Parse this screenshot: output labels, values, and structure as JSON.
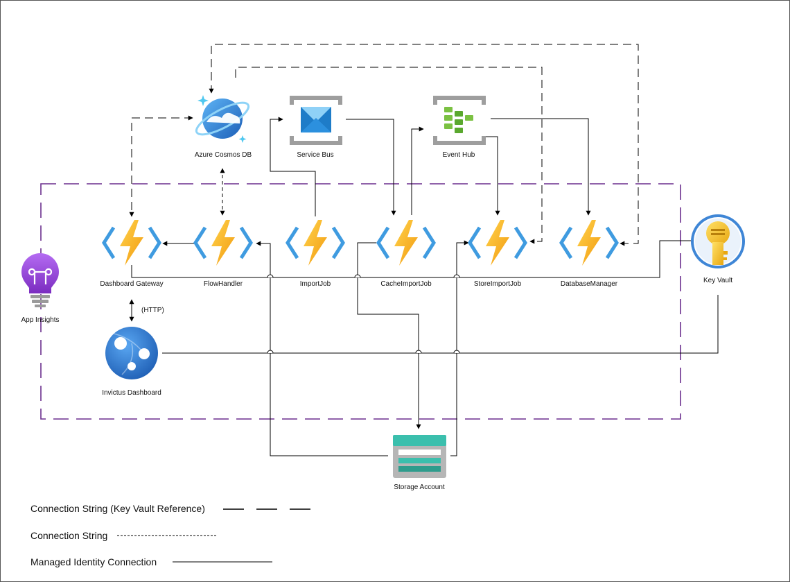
{
  "diagram": {
    "nodes": {
      "cosmos": {
        "label": "Azure Cosmos DB",
        "icon": "cosmos-db-icon"
      },
      "servicebus": {
        "label": "Service Bus",
        "icon": "service-bus-icon"
      },
      "eventhub": {
        "label": "Event Hub",
        "icon": "event-hub-icon"
      },
      "dashboard_gateway": {
        "label": "Dashboard Gateway",
        "icon": "function-app-icon"
      },
      "flowhandler": {
        "label": "FlowHandler",
        "icon": "function-app-icon"
      },
      "importjob": {
        "label": "ImportJob",
        "icon": "function-app-icon"
      },
      "cacheimportjob": {
        "label": "CacheImportJob",
        "icon": "function-app-icon"
      },
      "storeimportjob": {
        "label": "StoreImportJob",
        "icon": "function-app-icon"
      },
      "databasemanager": {
        "label": "DatabaseManager",
        "icon": "function-app-icon"
      },
      "keyvault": {
        "label": "Key Vault",
        "icon": "key-vault-icon"
      },
      "appinsights": {
        "label": "App Insights",
        "icon": "app-insights-icon"
      },
      "invictus_dashboard": {
        "label": "Invictus Dashboard",
        "icon": "web-app-icon"
      },
      "storage": {
        "label": "Storage Account",
        "icon": "storage-account-icon"
      }
    },
    "http_label": "(HTTP)"
  },
  "legend": {
    "kv_reference": "Connection String (Key Vault Reference)",
    "connection_string": "Connection String",
    "managed_identity": "Managed Identity Connection"
  },
  "colors": {
    "lightning": "#F8B41A",
    "function_bracket": "#3F9BE0",
    "boundary": "#6B2F8E",
    "service_frame": "#9E9E9E",
    "service_bus_blue": "#1E7CC8",
    "event_hub_green": "#7BC142",
    "storage_teal": "#3BBFAD",
    "key_vault_gold": "#F6C022",
    "app_insights_purple": "#8E3CC9",
    "web_app_blue": "#2B75C9"
  }
}
